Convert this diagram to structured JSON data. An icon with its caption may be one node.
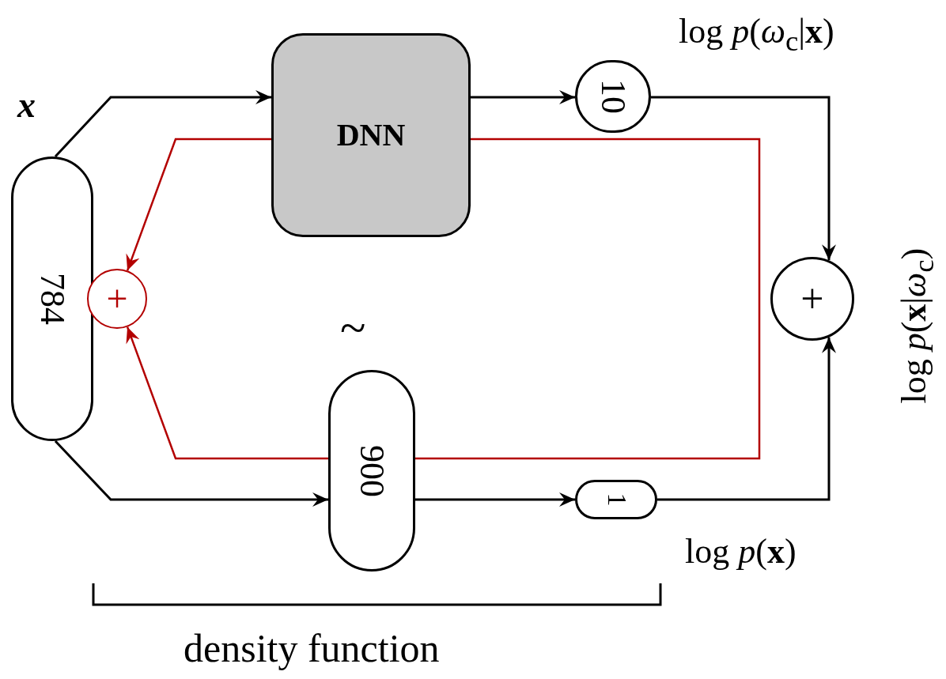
{
  "diagram": {
    "nodes": [
      {
        "text": [
          "784"
        ]
      },
      {
        "text": [
          "DNN"
        ]
      },
      {
        "text": [
          "10"
        ],
        "beside": [
          "log *p*(*ω*$_{c}$|**x**)"
        ]
      },
      {
        "text": [
          "+"
        ],
        "beside": [
          "log *p*(**x**|*ω*$_{c}$)"
        ]
      },
      {
        "text": [
          "+"
        ]
      },
      {
        "text": [
          "900"
        ],
        "beside": [
          "~"
        ]
      },
      {
        "text": [
          "1"
        ],
        "beside": [
          "log *p*(**x**)"
        ]
      }
    ],
    "edges": [
      {
        "from": 0,
        "to": 1,
        "arrow": "to"
      },
      {
        "from": 1,
        "to": 2,
        "arrow": "to"
      },
      {
        "from": 2,
        "to": 3,
        "arrow": "to"
      },
      {
        "from": 0,
        "to": 5,
        "arrow": "to"
      },
      {
        "from": 5,
        "to": 6,
        "arrow": "to"
      },
      {
        "from": 6,
        "to": 3,
        "arrow": "to"
      },
      {
        "from": 1,
        "to": 4,
        "arrow": "to",
        "color": "#b30000"
      },
      {
        "from": 5,
        "to": 4,
        "arrow": "to",
        "color": "#b30000"
      },
      {
        "from": 1,
        "to": 5,
        "arrow": "none",
        "color": "#b30000"
      }
    ],
    "labels": [
      "x",
      "density function"
    ]
  }
}
